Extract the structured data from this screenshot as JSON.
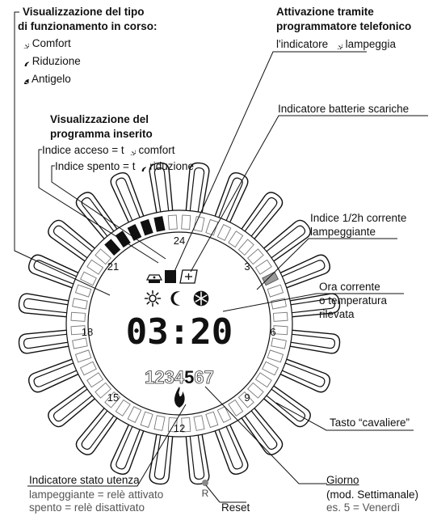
{
  "mode_display": {
    "title_line1": "Visualizzazione del tipo",
    "title_line2": "di funzionamento in corso:",
    "items": [
      {
        "icon": "sun-icon",
        "label": "Comfort"
      },
      {
        "icon": "moon-icon",
        "label": "Riduzione"
      },
      {
        "icon": "snowflake-icon",
        "label": "Antigelo"
      }
    ]
  },
  "phone_activation": {
    "title_line1": "Attivazione tramite",
    "title_line2": "programmatore telefonico",
    "desc_before": "l'indicatore",
    "desc_icon": "sun-icon",
    "desc_after": "lampeggia"
  },
  "battery": {
    "label": "Indicatore batterie scariche"
  },
  "program_display": {
    "title_line1": "Visualizzazione del",
    "title_line2": "programma inserito",
    "on_prefix": "Indice acceso = t",
    "on_icon": "sun-icon",
    "on_suffix": "comfort",
    "off_prefix": "Indice spento = t",
    "off_icon": "moon-icon",
    "off_suffix": "riduzione"
  },
  "half_hour": {
    "line1": "Indice 1/2h corrente",
    "line2": "lampeggiante"
  },
  "current_time": {
    "line1": "Ora corrente",
    "line2": "o temperatura",
    "line3": "rilevata"
  },
  "rider_key": {
    "label": "Tasto “cavaliere”"
  },
  "utility_status": {
    "title": "Indicatore stato utenza",
    "line1": "lampeggiante = relè attivato",
    "line2": "spento = relè disattivato"
  },
  "reset": {
    "label": "Reset",
    "button_letter": "R"
  },
  "day": {
    "title": "Giorno",
    "line1": "(mod. Settimanale)",
    "line2": "es. 5 = Venerdì"
  },
  "dial": {
    "hour_labels": [
      "24",
      "3",
      "6",
      "9",
      "12",
      "15",
      "18",
      "21"
    ],
    "time_display": "03:20",
    "days_before": "1234",
    "day_current": "5",
    "days_after": "67",
    "current_day_value": 5,
    "program_segments": [
      1,
      1,
      1,
      1,
      1,
      0,
      0,
      0,
      0,
      0,
      0,
      0,
      0,
      0,
      2,
      0,
      0,
      0,
      0,
      0,
      0,
      0,
      0,
      0,
      0,
      0,
      0,
      0,
      0,
      0,
      0,
      0,
      0,
      0,
      0,
      0,
      0,
      0,
      0,
      0,
      0,
      0,
      0,
      0,
      0,
      0,
      0,
      0
    ],
    "segment_meaning": {
      "1": "comfort",
      "0": "riduzione",
      "2": "half-hour-blinking"
    }
  }
}
